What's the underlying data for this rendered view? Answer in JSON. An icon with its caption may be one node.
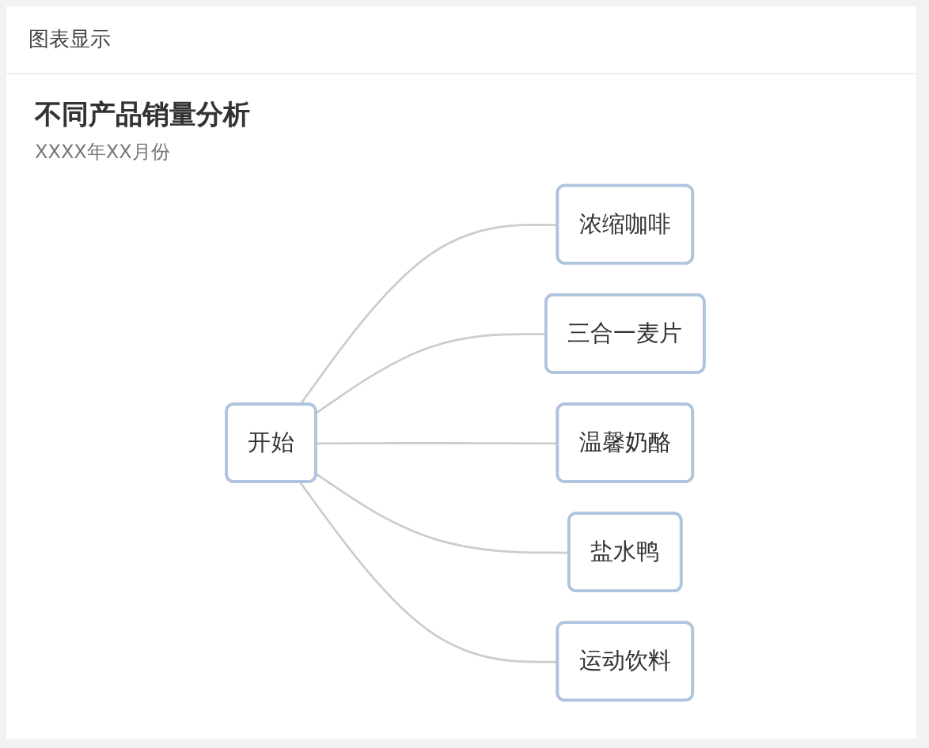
{
  "diagram": {
    "title": "不同产品销量分析",
    "nodes": [
      {
        "text": [
          "开始"
        ]
      },
      {
        "text": [
          "浓缩咖啡"
        ]
      },
      {
        "text": [
          "三合一麦片"
        ]
      },
      {
        "text": [
          "温馨奶酪"
        ]
      },
      {
        "text": [
          "盐水鸭"
        ]
      },
      {
        "text": [
          "运动饮料"
        ]
      }
    ],
    "edges": [
      {
        "from": 0,
        "to": 1,
        "arrow": "none"
      },
      {
        "from": 0,
        "to": 2,
        "arrow": "none"
      },
      {
        "from": 0,
        "to": 3,
        "arrow": "none"
      },
      {
        "from": 0,
        "to": 4,
        "arrow": "none"
      },
      {
        "from": 0,
        "to": 5,
        "arrow": "none"
      }
    ],
    "labels": [
      "图表显示",
      "XXXX年XX月份"
    ]
  }
}
